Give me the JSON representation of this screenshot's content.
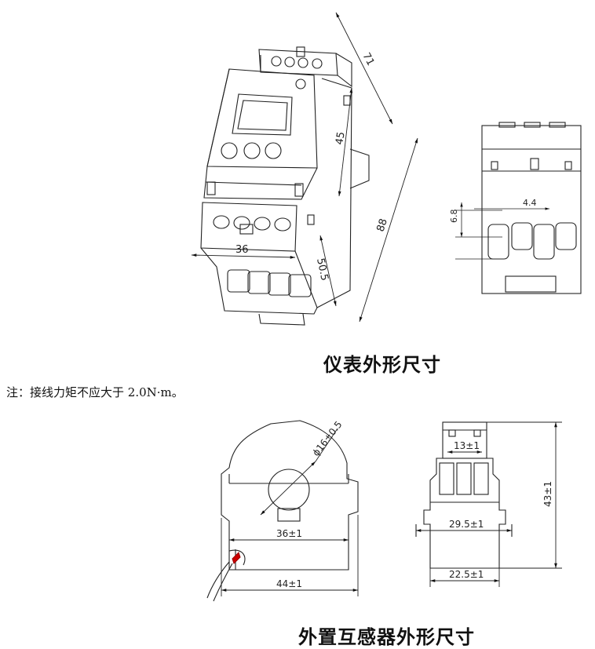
{
  "meter": {
    "caption": "仪表外形尺寸",
    "dims": {
      "total_depth": "71",
      "module_depth": "45",
      "height": "88",
      "width": "36",
      "lower_depth": "50.5"
    },
    "terminal_dims": {
      "pitch": "6.8",
      "hole": "4.4"
    }
  },
  "note": "注：接线力矩不应大于 2.0N·m。",
  "ct": {
    "caption": "外置互感器外形尺寸",
    "dims": {
      "hole_dia": "ϕ16±0.5",
      "inner_width": "36±1",
      "outer_width": "44±1",
      "top_width": "13±1",
      "mid_width": "29.5±1",
      "base_width": "22.5±1",
      "height": "43±1"
    }
  }
}
